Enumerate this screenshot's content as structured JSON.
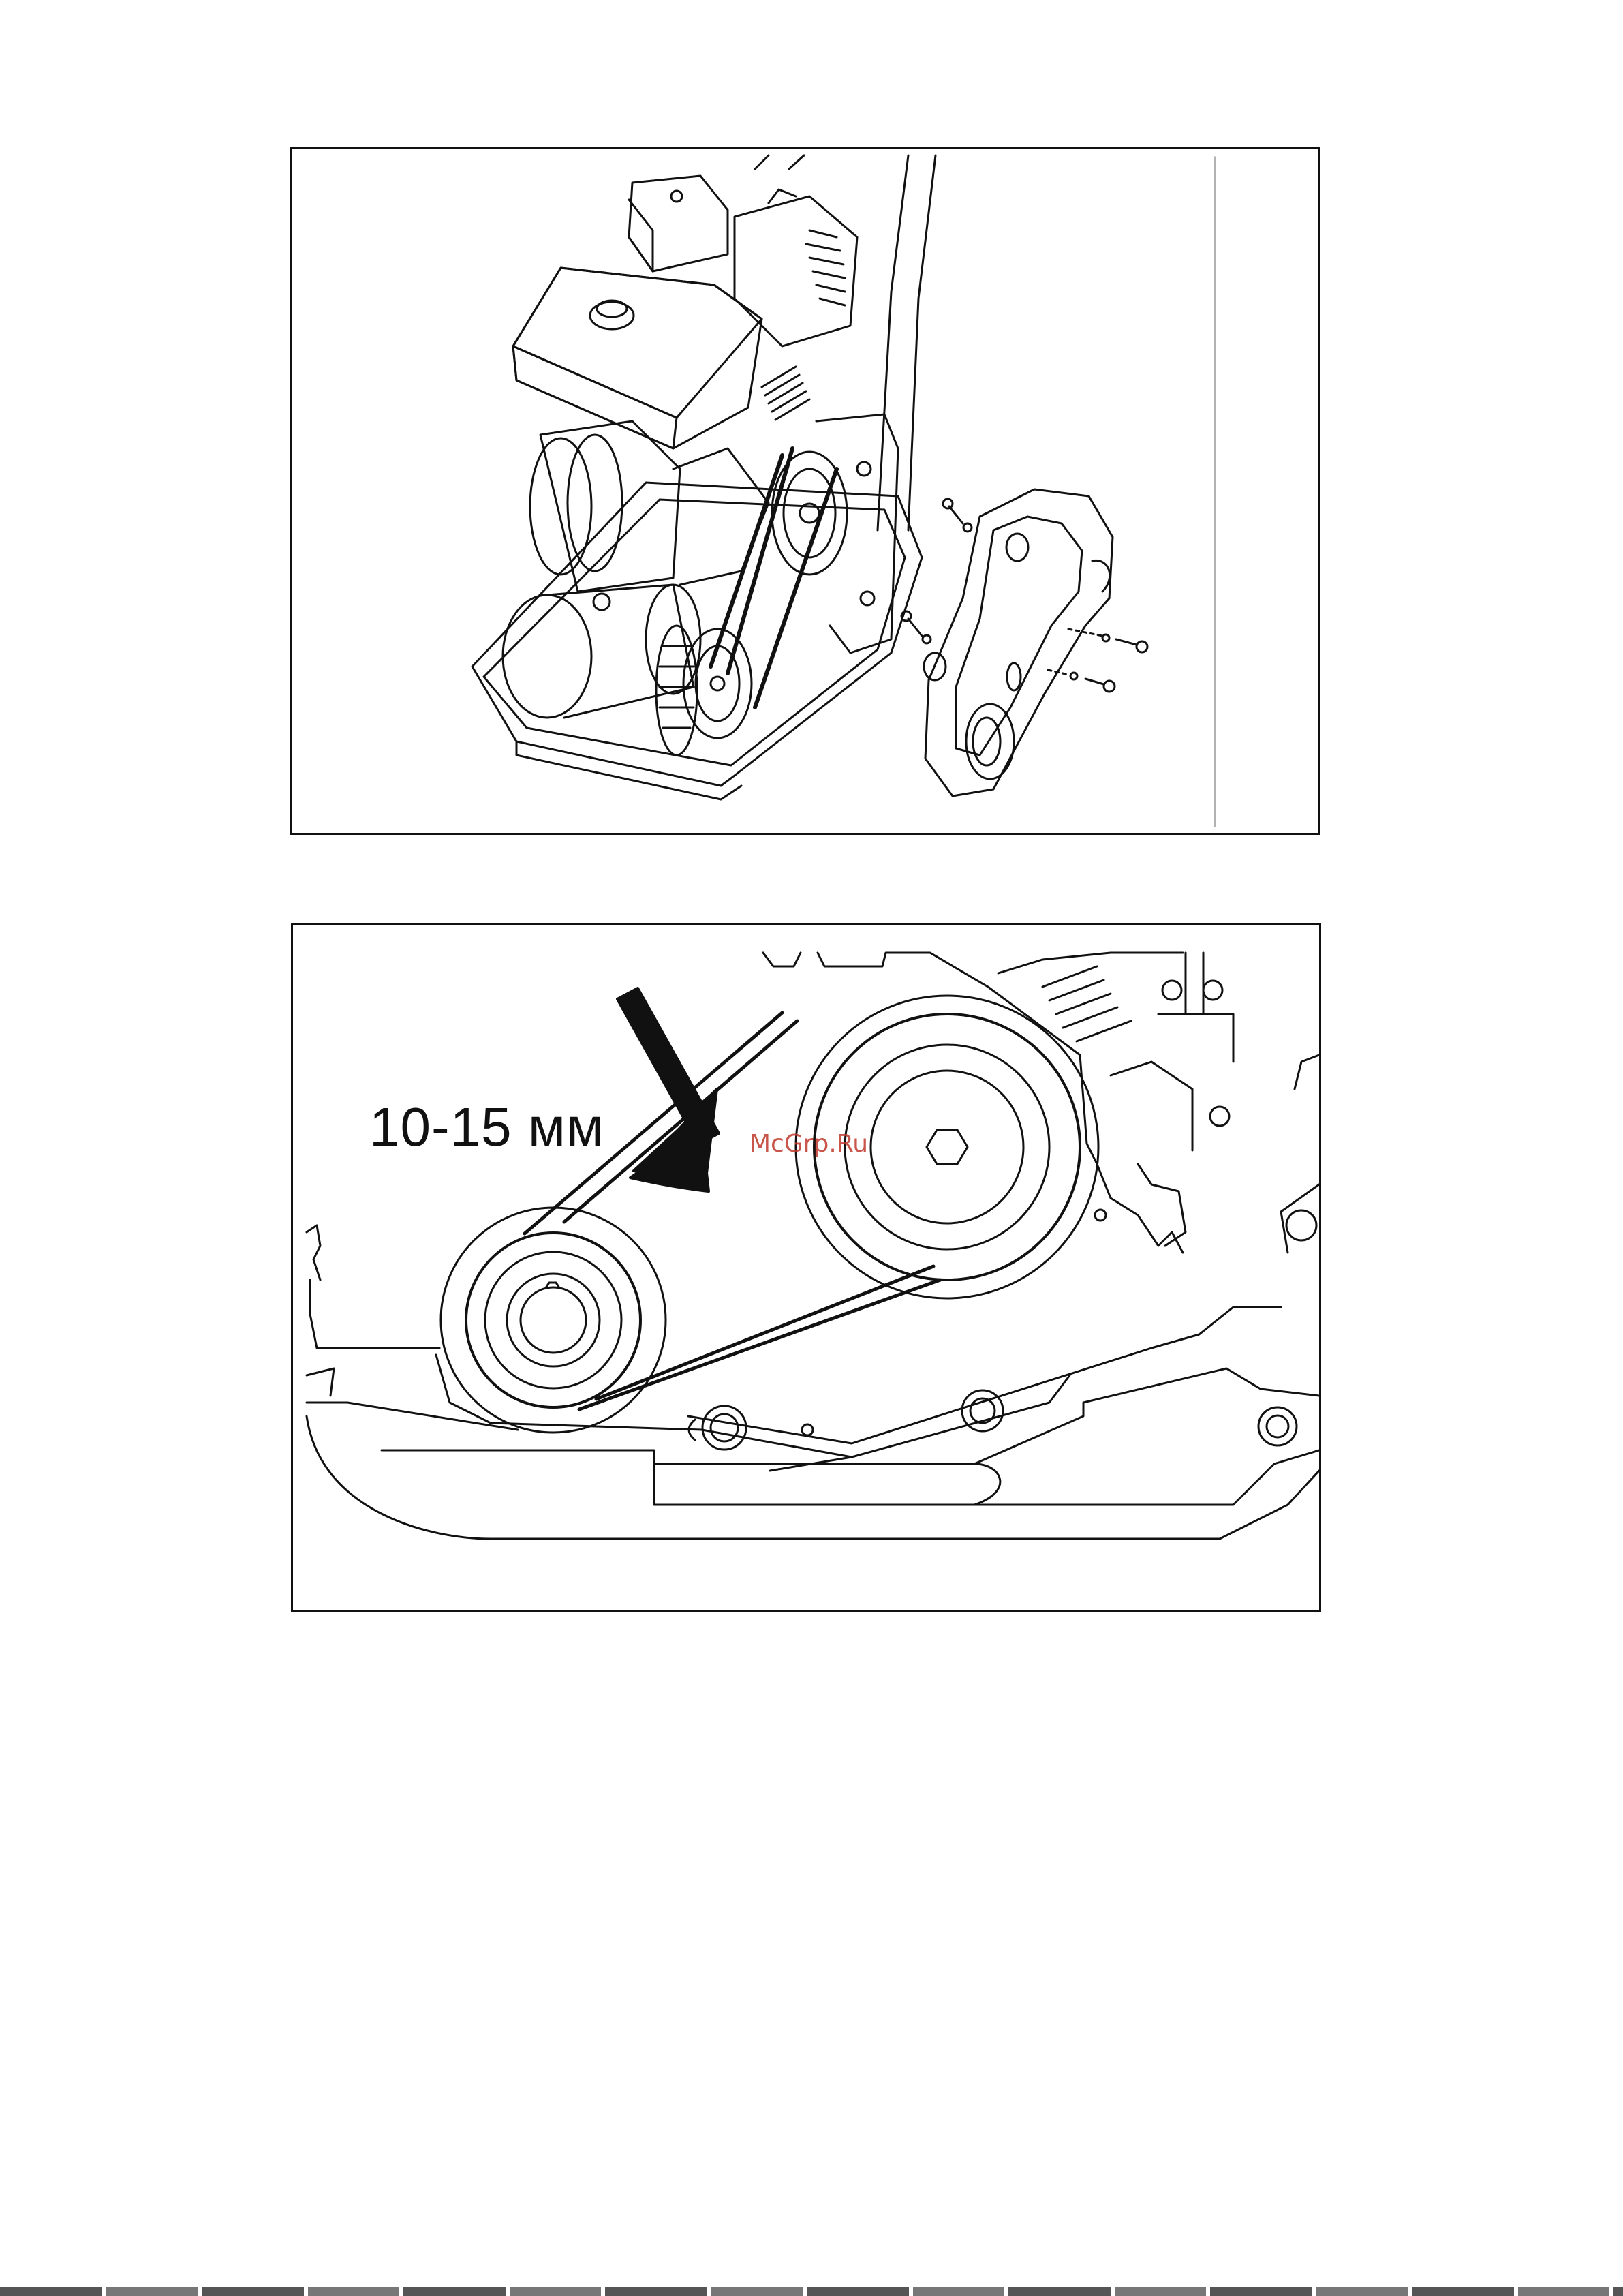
{
  "figure_top": {
    "name": "engine-belt-cover-exploded-view"
  },
  "figure_bottom": {
    "measure_label": "10-15 мм",
    "watermark": "McGrp.Ru"
  },
  "colors": {
    "line": "#111111",
    "watermark": "#c0392b"
  }
}
